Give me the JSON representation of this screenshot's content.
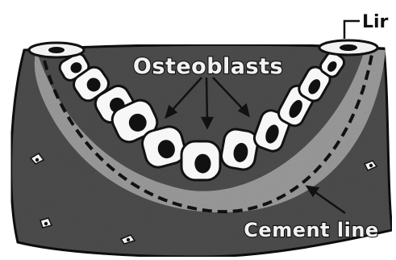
{
  "labels": {
    "lining_cells": "Lir",
    "osteoblasts": "Osteoblasts",
    "cement_line": "Cement line"
  },
  "colors": {
    "bone_matrix": "#4a4a4a",
    "osteoid_seam": "#9a9a9a",
    "cell_body": "#f7f7f7",
    "nucleus": "#111111",
    "outline": "#111111"
  },
  "icons": {
    "osteoblast": "osteoblast-cell-icon",
    "osteocyte": "osteocyte-icon",
    "lining_cell": "lining-cell-icon"
  }
}
